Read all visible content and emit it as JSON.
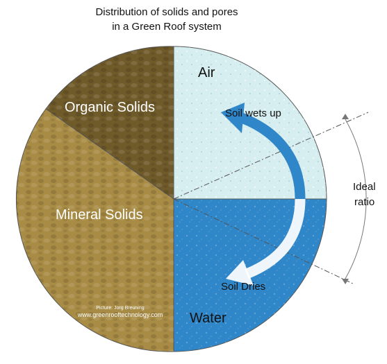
{
  "title_lines": [
    "Distribution of solids and pores",
    "in a Green Roof system"
  ],
  "segments": {
    "air": "Air",
    "water": "Water",
    "organic": "Organic Solids",
    "mineral": "Mineral Solids"
  },
  "arrows": {
    "wets": "Soil wets up",
    "dries": "Soil Dries"
  },
  "ideal": [
    "Ideal",
    "ratio"
  ],
  "credit": [
    "Picture: Jorg Breuning",
    "www.greenrooftechnology.com"
  ],
  "colors": {
    "air": "#d6eef0",
    "water": "#2f86c8",
    "organic": "#6f5a2a",
    "mineral": "#a88c45",
    "arrow": "#2f86c8"
  }
}
